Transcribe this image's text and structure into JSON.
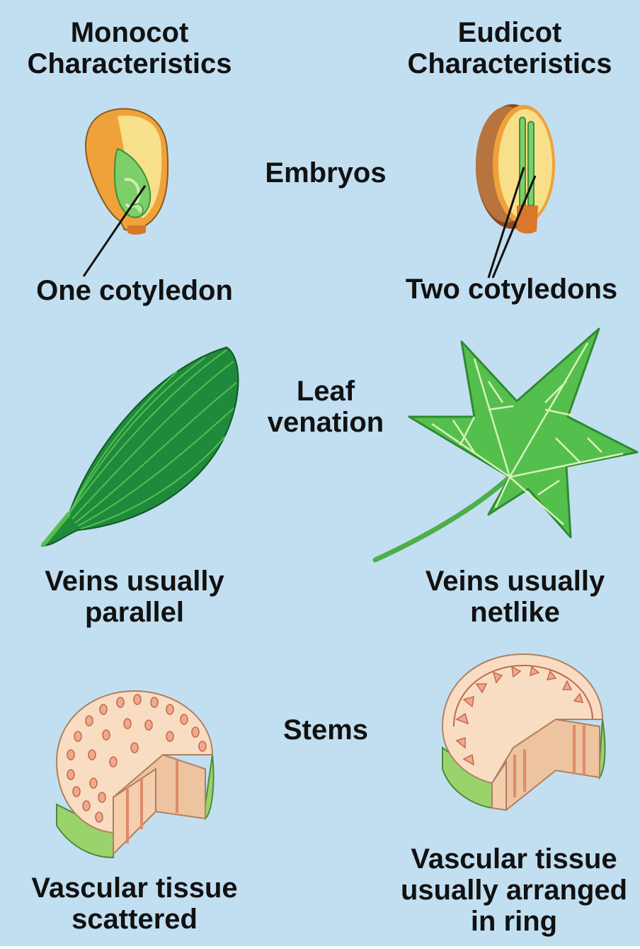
{
  "headers": {
    "monocot": [
      "Monocot",
      "Characteristics"
    ],
    "eudicot": [
      "Eudicot",
      "Characteristics"
    ]
  },
  "rows": {
    "embryos": {
      "center_label": "Embryos",
      "monocot_caption": "One cotyledon",
      "eudicot_caption": "Two cotyledons"
    },
    "leaf": {
      "center_label": [
        "Leaf",
        "venation"
      ],
      "monocot_caption": [
        "Veins usually",
        "parallel"
      ],
      "eudicot_caption": [
        "Veins usually",
        "netlike"
      ]
    },
    "stems": {
      "center_label": "Stems",
      "monocot_caption": [
        "Vascular tissue",
        "scattered"
      ],
      "eudicot_caption": [
        "Vascular tissue",
        "usually arranged",
        "in ring"
      ]
    }
  },
  "colors": {
    "background": "#c2dff1",
    "seed_orange": "#f0a23a",
    "seed_yellow": "#f8e08a",
    "embryo_green": "#7ccf6a",
    "seed_coat_brown": "#8a4b22",
    "leaf_dark_green": "#1f8a3c",
    "leaf_light_green": "#55bf4e",
    "stem_pith": "#f8ddc2",
    "vascular_bundle": "#f2a88a",
    "stem_epidermis": "#9ad36b"
  },
  "icons": {
    "monocot_embryo": "monocot-seed-icon",
    "eudicot_embryo": "eudicot-seed-icon",
    "monocot_leaf": "parallel-vein-leaf-icon",
    "eudicot_leaf": "netlike-vein-leaf-icon",
    "monocot_stem": "scattered-bundle-stem-icon",
    "eudicot_stem": "ring-bundle-stem-icon"
  }
}
